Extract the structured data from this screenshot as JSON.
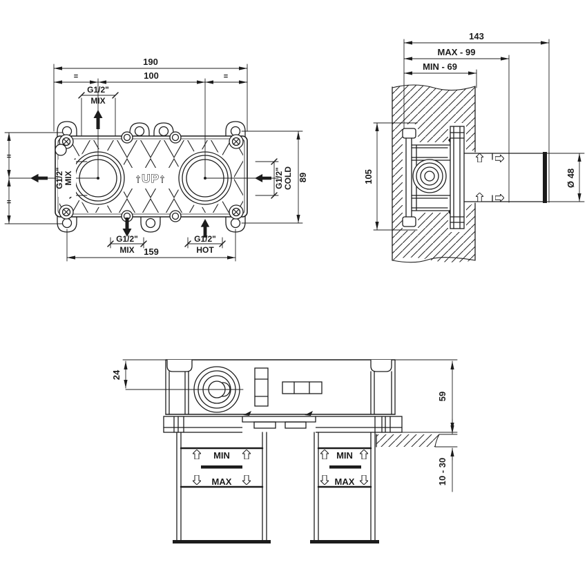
{
  "colors": {
    "line": "#1c1c1c",
    "background": "#ffffff"
  },
  "front_view": {
    "dim_overall_width": "190",
    "dim_valve_centers": "100",
    "equal_mark": "=",
    "dim_mount_span": "159",
    "dim_mount_height": "89",
    "up_label": "↑UP↑",
    "port_top": {
      "thread": "G1/2\"",
      "label": "MIX"
    },
    "port_left": {
      "thread": "G1/2\"",
      "label": "MIX"
    },
    "port_right": {
      "thread": "G1/2\"",
      "label": "COLD"
    },
    "port_bottom_left": {
      "thread": "G1/2\"",
      "label": "MIX"
    },
    "port_bottom_right": {
      "thread": "G1/2\"",
      "label": "HOT"
    }
  },
  "side_view": {
    "dim_total_depth": "143",
    "dim_max_depth": "MAX - 99",
    "dim_min_depth": "MIN - 69",
    "dim_body_height": "105",
    "dim_spout_diameter": "Ø 48"
  },
  "bottom_view": {
    "dim_valve_center_depth": "24",
    "dim_box_height": "59",
    "dim_finished_wall_range": "10 - 30",
    "marker_min": "MIN",
    "marker_max": "MAX"
  }
}
